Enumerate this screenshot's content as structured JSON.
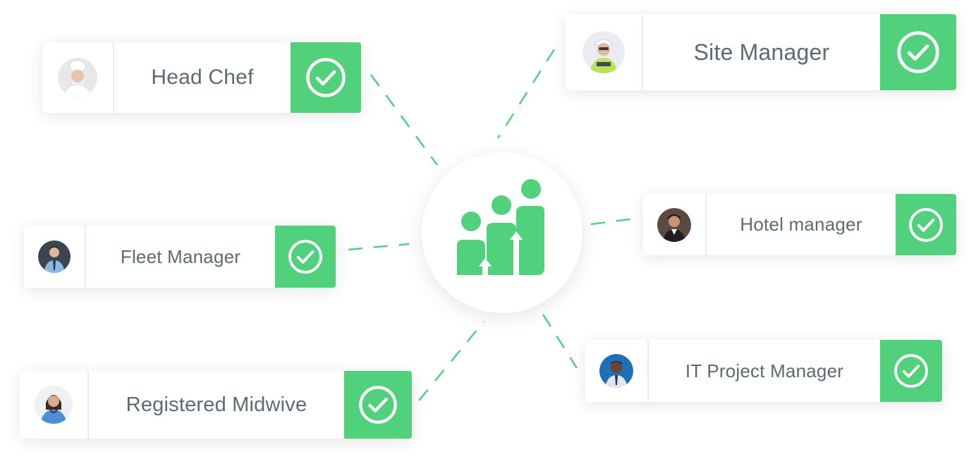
{
  "colors": {
    "accent": "#52d17c",
    "label_text": "#5b6b73",
    "card_bg": "#ffffff",
    "divider": "#e9ecef"
  },
  "hub": {
    "icon": "growth-people-logo-icon"
  },
  "cards": {
    "head_chef": {
      "label": "Head Chef",
      "avatar": "chef-avatar",
      "status": "check-circle-icon"
    },
    "site_manager": {
      "label": "Site Manager",
      "avatar": "construction-worker-avatar",
      "status": "check-circle-icon"
    },
    "fleet_manager": {
      "label": "Fleet Manager",
      "avatar": "businessman-avatar",
      "status": "check-circle-icon"
    },
    "hotel_manager": {
      "label": "Hotel manager",
      "avatar": "hotel-manager-avatar",
      "status": "check-circle-icon"
    },
    "registered_midwive": {
      "label": "Registered Midwive",
      "avatar": "nurse-avatar",
      "status": "check-circle-icon"
    },
    "it_project_manager": {
      "label": "IT Project Manager",
      "avatar": "it-manager-avatar",
      "status": "check-circle-icon"
    }
  }
}
